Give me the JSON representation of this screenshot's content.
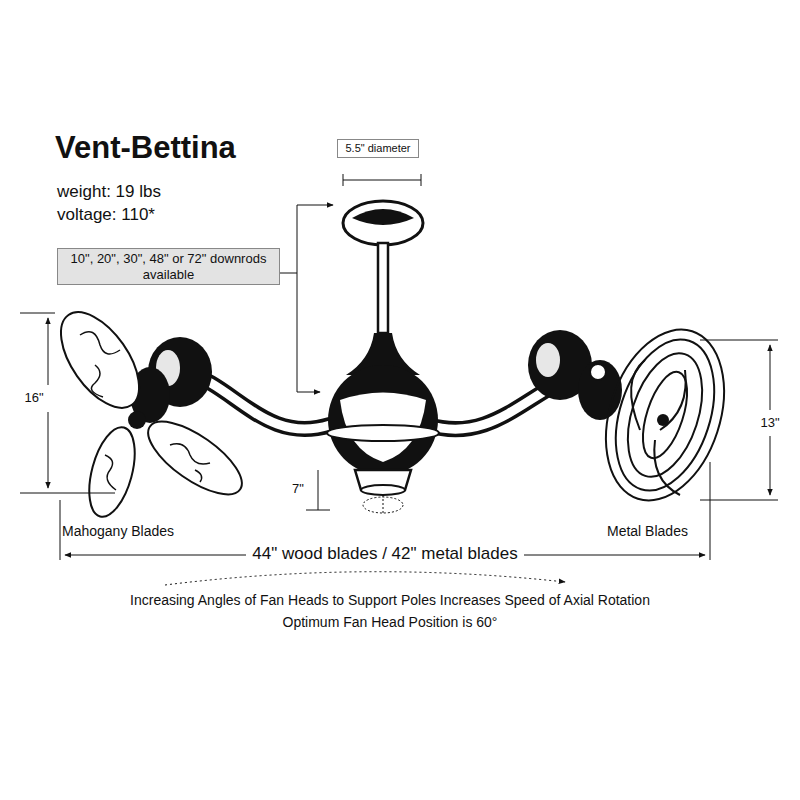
{
  "diagram": {
    "title": "Vent-Bettina",
    "nodes": [
      {
        "text": [
          "5.5\" diameter"
        ]
      },
      {
        "text": [
          "10\", 20\", 30\", 48\" or 72\" downrods available"
        ]
      }
    ],
    "labels": [
      "weight: 19 lbs",
      "voltage: 110*",
      "16\"",
      "7\"",
      "13\"",
      "Mahogany Blades",
      "Metal Blades",
      "44\" wood blades / 42\" metal blades",
      "Increasing Angles of Fan Heads to Support Poles Increases Speed of Axial Rotation",
      "Optimum Fan Head Position is 60°"
    ]
  }
}
